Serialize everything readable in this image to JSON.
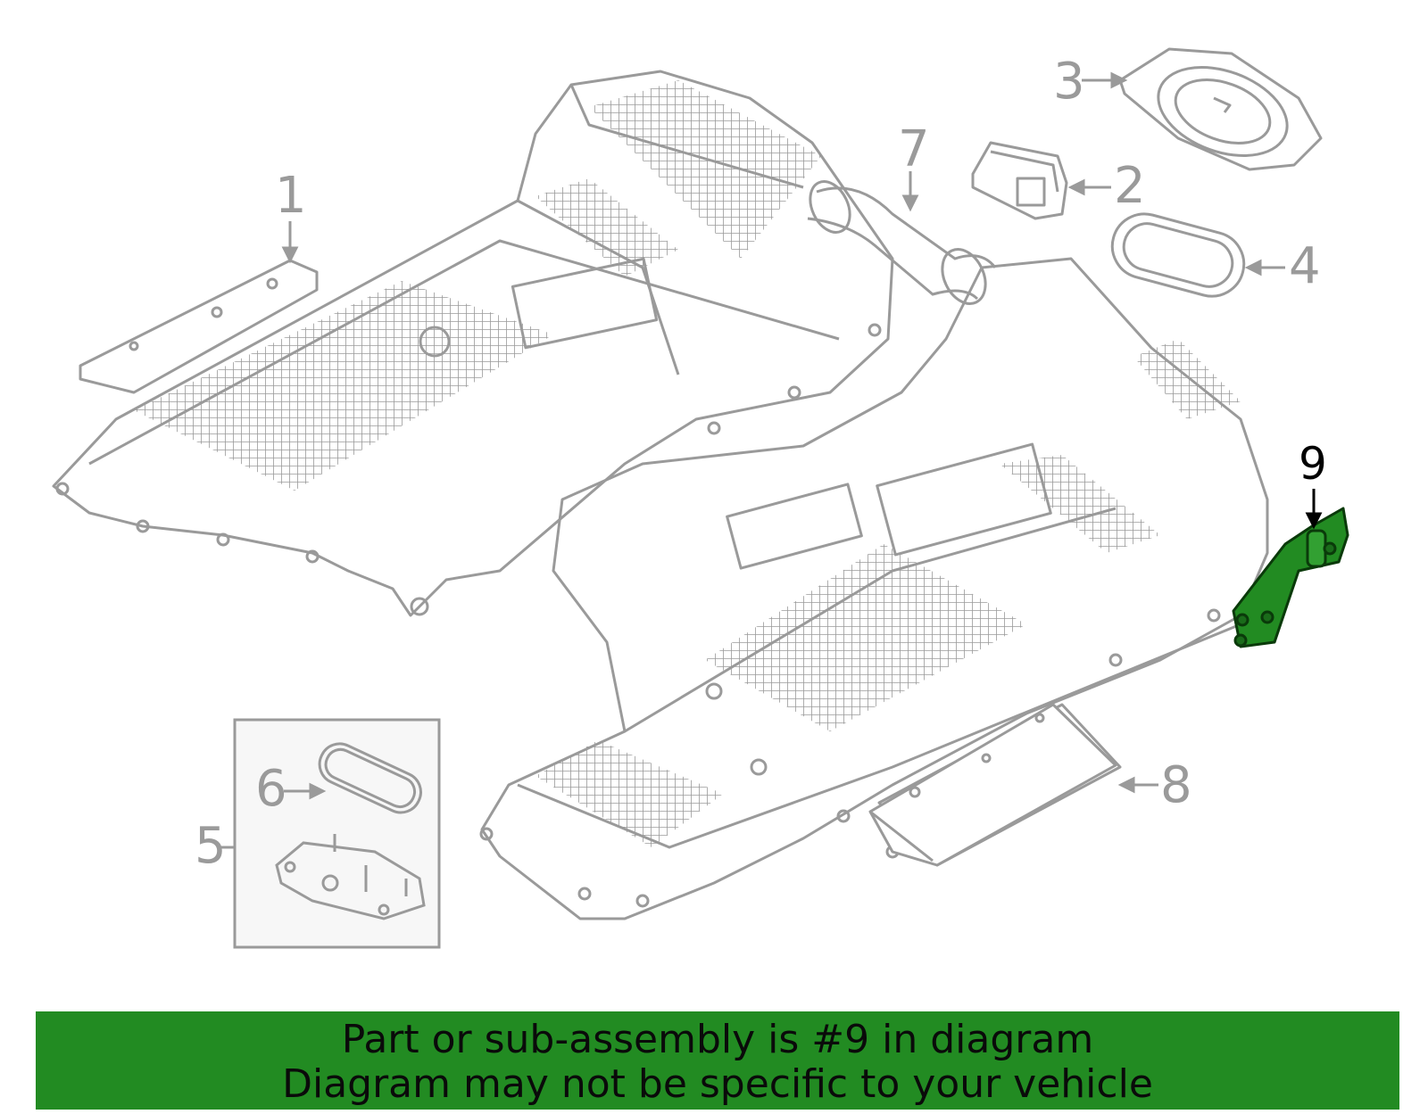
{
  "callouts": {
    "c1": "1",
    "c2": "2",
    "c3": "3",
    "c4": "4",
    "c5": "5",
    "c6": "6",
    "c7": "7",
    "c8": "8",
    "c9": "9"
  },
  "highlight_part": "9",
  "colors": {
    "line_art": "#9a9a9a",
    "highlight": "#228b22",
    "banner_bg": "#228b22",
    "banner_text": "#0a0a0a"
  },
  "banner": {
    "line1": "Part or sub-assembly is #9 in diagram",
    "line2": "Diagram may not be specific to your vehicle"
  }
}
